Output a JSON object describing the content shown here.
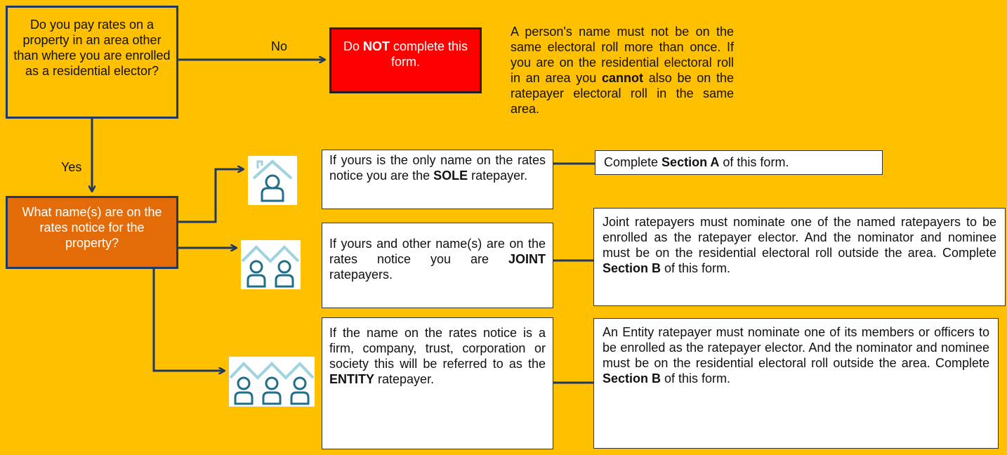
{
  "question1": "Do you pay rates on a property in an area other than where you are enrolled as a residential elector?",
  "label_no": "No",
  "label_yes": "Yes",
  "do_not_box": {
    "prefix": "Do ",
    "emphasis": "NOT",
    "suffix": " complete this form."
  },
  "note": {
    "part1": "A person's name must not be on the same electoral roll more than once.  If you are on the residential electoral roll in an area you ",
    "emphasis": "cannot",
    "part2": " also be on the ratepayer electoral roll in the same area."
  },
  "question2": "What name(s) are on the rates notice for the property?",
  "sole": {
    "part1": "If yours is the only name on the rates notice you are the ",
    "emphasis": "SOLE",
    "part2": " ratepayer."
  },
  "joint": {
    "part1": "If yours and other name(s) are on the rates notice you are ",
    "emphasis": "JOINT",
    "part2": " ratepayers."
  },
  "entity": {
    "part1": "If the name on the rates notice is a firm, company, trust, corporation or society this will be referred to as the ",
    "emphasis": "ENTITY",
    "part2": " ratepayer."
  },
  "sole_result": {
    "part1": "Complete ",
    "emphasis": "Section A",
    "part2": " of this form."
  },
  "joint_result": {
    "part1": "Joint ratepayers must nominate one of the named ratepayers to be enrolled as the ratepayer elector.  And the nominator and nominee must be on the residential electoral roll outside the area.  Complete ",
    "emphasis": "Section B",
    "part2": " of this form."
  },
  "entity_result": {
    "part1": "An Entity ratepayer must nominate one of its members or officers to be enrolled as the ratepayer elector.   And the nominator and nominee must be on the residential electoral roll outside the area.  Complete ",
    "emphasis": "Section B",
    "part2": " of this form."
  },
  "colors": {
    "background": "#ffc000",
    "connector": "#1f3864",
    "do_not_fill": "#ff0000",
    "question2_fill": "#e36c09",
    "icon_stroke": "#1f6f8b",
    "icon_roof": "#9fd3e0"
  },
  "icons": [
    "house-person-icon",
    "two-houses-people-icon",
    "three-houses-people-icon"
  ]
}
